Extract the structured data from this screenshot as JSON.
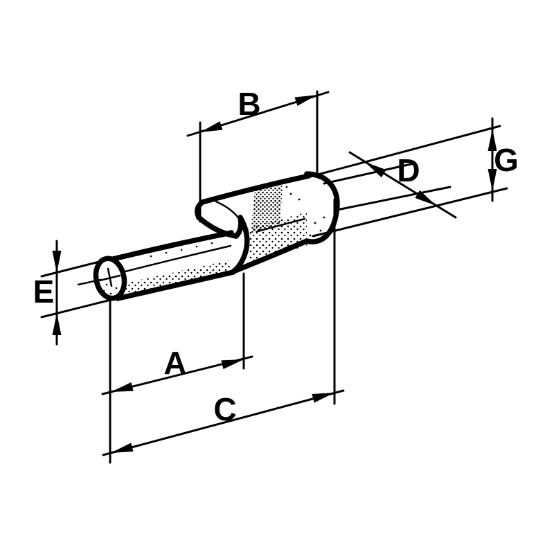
{
  "figure": {
    "kind": "technical-dimension-diagram",
    "subject": "insulated pin terminal (cord-end ferrule) in oblique view",
    "background_color": "#ffffff",
    "ink_color": "#000000"
  },
  "dimension_labels": {
    "a": "A",
    "b": "B",
    "c": "C",
    "d": "D",
    "e": "E",
    "g": "G"
  }
}
